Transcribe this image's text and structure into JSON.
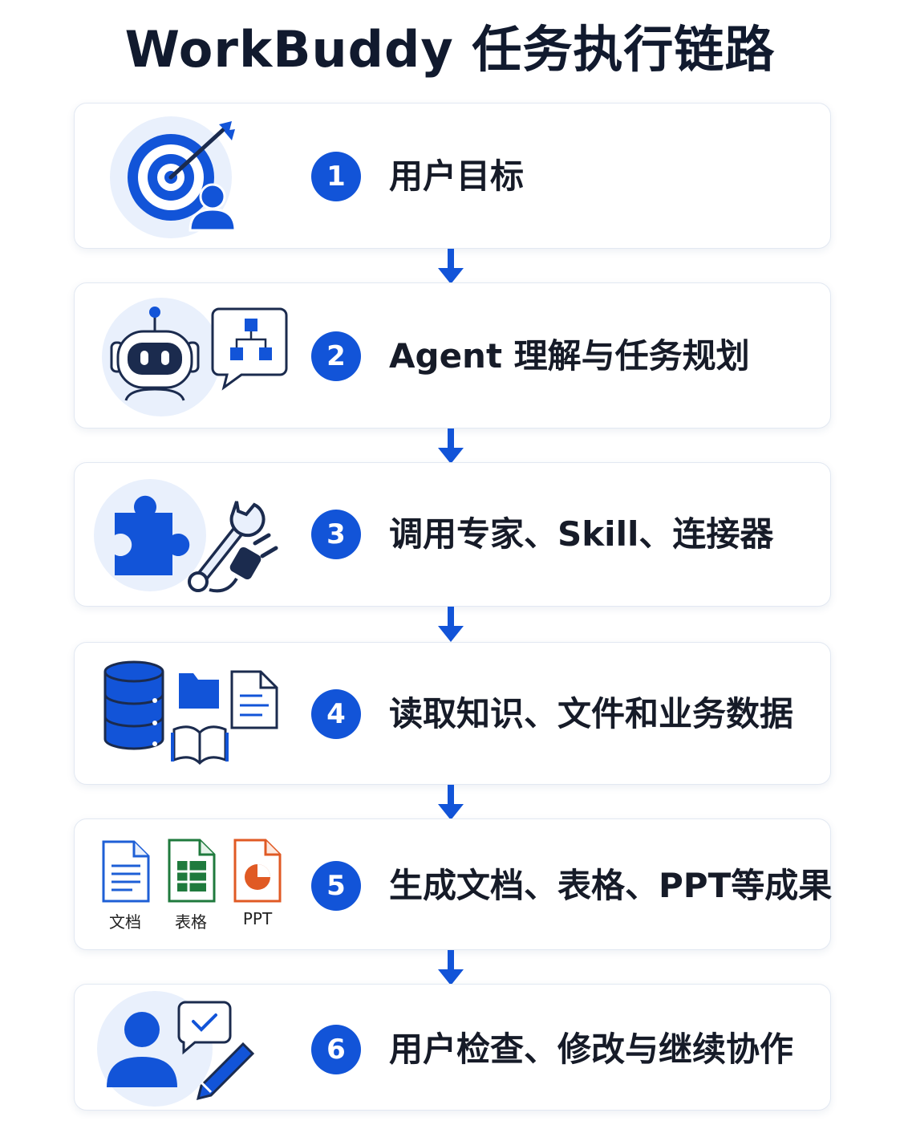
{
  "title": "WorkBuddy 任务执行链路",
  "steps": [
    {
      "number": "1",
      "label": "用户目标",
      "icon": "target-user-icon"
    },
    {
      "number": "2",
      "label": "Agent 理解与任务规划",
      "icon": "robot-planning-icon"
    },
    {
      "number": "3",
      "label": "调用专家、Skill、连接器",
      "icon": "puzzle-wrench-plug-icon"
    },
    {
      "number": "4",
      "label": "读取知识、文件和业务数据",
      "icon": "database-files-icon"
    },
    {
      "number": "5",
      "label": "生成文档、表格、PPT等成果",
      "icon": "output-files-icon",
      "files": [
        "文档",
        "表格",
        "PPT"
      ]
    },
    {
      "number": "6",
      "label": "用户检查、修改与继续协作",
      "icon": "user-review-edit-icon"
    }
  ],
  "colors": {
    "accent": "#1254d8",
    "navy": "#1b2b4e",
    "light_bg": "#e9f0fc",
    "word": "#1e5fd6",
    "excel": "#1f7a3d",
    "ppt": "#e05a24"
  }
}
